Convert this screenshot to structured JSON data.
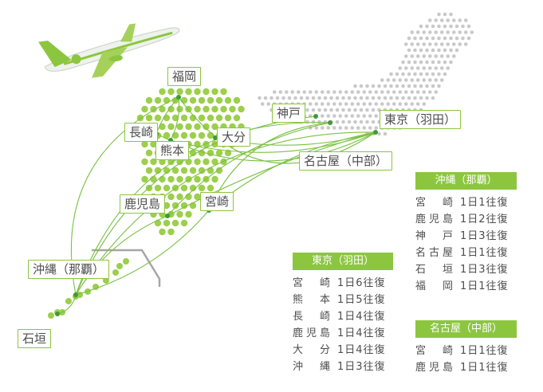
{
  "airports": {
    "fukuoka": "福岡",
    "nagasaki": "長崎",
    "kumamoto": "熊本",
    "oita": "大分",
    "kagoshima": "鹿児島",
    "miyazaki": "宮崎",
    "okinawa": "沖縄（那覇）",
    "ishigaki": "石垣",
    "kobe": "神戸",
    "nagoya": "名古屋（中部）",
    "tokyo": "東京（羽田）"
  },
  "panels": {
    "tokyo": {
      "title": "東京（羽田）",
      "rows": [
        {
          "city": "宮崎",
          "freq": "1日6往復"
        },
        {
          "city": "熊本",
          "freq": "1日5往復"
        },
        {
          "city": "長崎",
          "freq": "1日4往復"
        },
        {
          "city": "鹿児島",
          "freq": "1日4往復"
        },
        {
          "city": "大分",
          "freq": "1日4往復"
        },
        {
          "city": "沖縄",
          "freq": "1日3往復"
        }
      ]
    },
    "okinawa": {
      "title": "沖縄（那覇）",
      "rows": [
        {
          "city": "宮崎",
          "freq": "1日1往復"
        },
        {
          "city": "鹿児島",
          "freq": "1日2往復"
        },
        {
          "city": "神戸",
          "freq": "1日3往復"
        },
        {
          "city": "名古屋",
          "freq": "1日1往復"
        },
        {
          "city": "石垣",
          "freq": "1日3往復"
        },
        {
          "city": "福岡",
          "freq": "1日1往復"
        }
      ]
    },
    "nagoya": {
      "title": "名古屋（中部）",
      "rows": [
        {
          "city": "宮崎",
          "freq": "1日1往復"
        },
        {
          "city": "鹿児島",
          "freq": "1日1往復"
        }
      ]
    }
  },
  "colors": {
    "accent": "#8cc63f",
    "route": "#7ac143",
    "kyushu_dot": "#9ccf4a",
    "honshu_dot": "#c9c9c9",
    "text": "#4d4d4d"
  }
}
